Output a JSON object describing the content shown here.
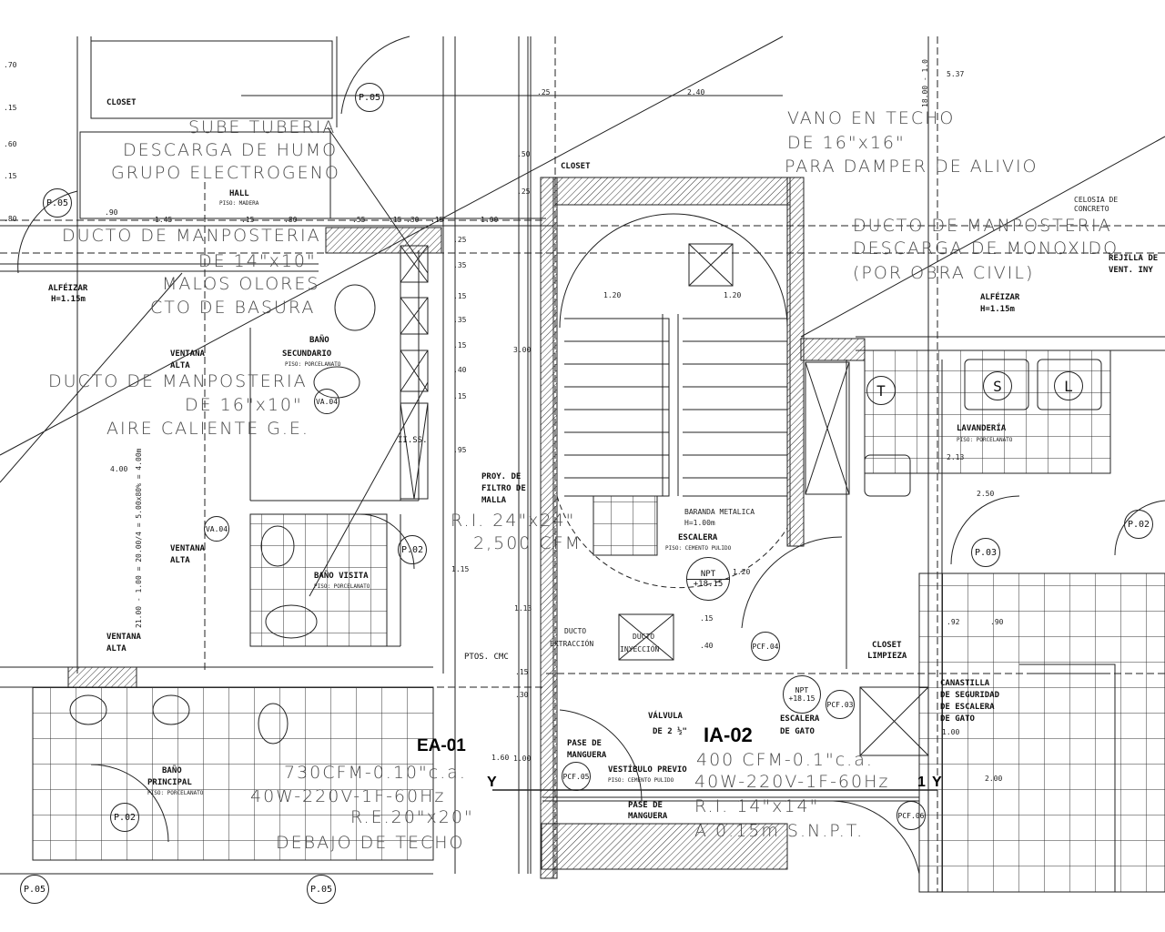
{
  "notes": {
    "smoke": [
      "SUBE TUBERIA",
      "DESCARGA DE HUMO",
      "GRUPO ELECTROGENO"
    ],
    "duct1": [
      "DUCTO DE MANPOSTERIA",
      "DE 14\"x10\"",
      "MALOS OLORES",
      "CTO DE BASURA"
    ],
    "duct2": [
      "DUCTO DE MANPOSTERIA",
      "DE 16\"x10\"",
      "AIRE CALIENTE G.E."
    ],
    "filter": [
      "R.I. 24\"x24\"",
      "2,500 CFM"
    ],
    "vano": [
      "VANO EN TECHO",
      "DE 16\"x16\"",
      "PARA DAMPER DE ALIVIO"
    ],
    "duct3": [
      "DUCTO DE MANPOSTERIA",
      "DESCARGA DE MONOXIDO",
      "(POR OBRA CIVIL)"
    ],
    "ea01": {
      "tag": "EA-01",
      "lines": [
        "730CFM-0.10\"c.a.",
        "40W-220V-1F-60Hz",
        "R.E.20\"x20\"",
        "DEBAJO DE TECHO"
      ]
    },
    "ia02": {
      "tag": "IA-02",
      "lines": [
        "400 CFM-0.1\"c.a.",
        "40W-220V-1F-60Hz",
        "R.I. 14\"x14\"",
        "A 0.15m S.N.P.T."
      ]
    }
  },
  "rooms": {
    "closet1": "CLOSET",
    "hall": "HALL",
    "hall_floor": "PISO: MADERA",
    "alf1": [
      "ALFÉIZAR",
      "H=1.15m"
    ],
    "ventana1": [
      "VENTANA",
      "ALTA"
    ],
    "bano_sec": [
      "BAÑO",
      "SECUNDARIO"
    ],
    "bano_sec_floor": "PISO: PORCELANATO",
    "ventana2": [
      "VENTANA",
      "ALTA"
    ],
    "bano_visita": "BAÑO VISITA",
    "bano_visita_floor": "PISO: PORCELANATO",
    "ventana3": [
      "VENTANA",
      "ALTA"
    ],
    "bano_principal": [
      "BAÑO",
      "PRINCIPAL"
    ],
    "bano_principal_floor": "PISO: PORCELANATO",
    "closet2": "CLOSET",
    "proy": [
      "PROY. DE",
      "FILTRO DE",
      "MALLA"
    ],
    "baranda": [
      "BARANDA METALICA",
      "H=1.00m"
    ],
    "escalera": "ESCALERA",
    "escalera_floor": "PISO: CEMENTO PULIDO",
    "ducto_ext": [
      "DUCTO",
      "EXTRACCIÓN"
    ],
    "ducto_iny": [
      "DUCTO",
      "INYECCIÓN"
    ],
    "valvula": [
      "VÁLVULA",
      "DE 2 ½\""
    ],
    "vestibulo": "VESTÍBULO PREVIO",
    "vestibulo_floor": "PISO: CEMENTO PULIDO",
    "pase1": [
      "PASE DE",
      "MANGUERA"
    ],
    "pase2": [
      "PASE DE",
      "MANGUERA"
    ],
    "gato": [
      "ESCALERA",
      "DE GATO"
    ],
    "closet_limp": [
      "CLOSET",
      "LIMPIEZA"
    ],
    "canastilla": [
      "CANASTILLA",
      "DE SEGURIDAD",
      "DE ESCALERA",
      "DE GATO"
    ],
    "lavanderia": "LAVANDERÍA",
    "lavanderia_floor": "PISO: PORCELANATO",
    "alf2": [
      "ALFÉIZAR",
      "H=1.15m"
    ],
    "celosia": [
      "CELOSIA DE",
      "CONCRETO"
    ],
    "rejilla": [
      "REJILLA DE",
      "VENT. INY"
    ],
    "ptos": "PTOS. CMC",
    "iiss": "II.SS.",
    "slope": "21.00 - 1.00 = 20.00/4 = 5.00x80% = 4.00m",
    "axis_y": "Y",
    "axis_1": "1"
  },
  "tags": {
    "p05a": "P.05",
    "p05b": "P.05",
    "p02a": "P.02",
    "p02b": "P.02",
    "p05c": "P.05",
    "p05d": "P.05",
    "p03": "P.03",
    "p02c": "P.02",
    "pcf04": "PCF.04",
    "pcf03": "PCF.03",
    "pcf05": "PCF.05",
    "pcf06": "PCF.06",
    "va04a": "VA.04",
    "va04b": "VA.04",
    "npt": "NPT",
    "npt_val": "+18.15",
    "npt2": "NPT",
    "npt2_val": "+18.15",
    "t": "T",
    "s": "S",
    "l": "L"
  },
  "dims": [
    ".70",
    ".15",
    ".60",
    ".15",
    ".80",
    ".90",
    ".25",
    "2.40",
    "1.45",
    ".15",
    ".80",
    ".55",
    ".15",
    ".30",
    ".15",
    "1.00",
    ".25",
    ".35",
    ".15",
    ".35",
    ".15",
    ".40",
    ".15",
    ".95",
    "1.15",
    "1.13",
    ".15",
    ".30",
    "1.00",
    "1.60",
    "3.00",
    ".50",
    ".25",
    "1.20",
    "1.20",
    "1.20",
    ".15",
    ".40",
    "2.13",
    "2.50",
    "1.00",
    "2.00",
    ".92",
    ".90",
    "4.00",
    "5.37",
    "18.00 - 1.0"
  ]
}
